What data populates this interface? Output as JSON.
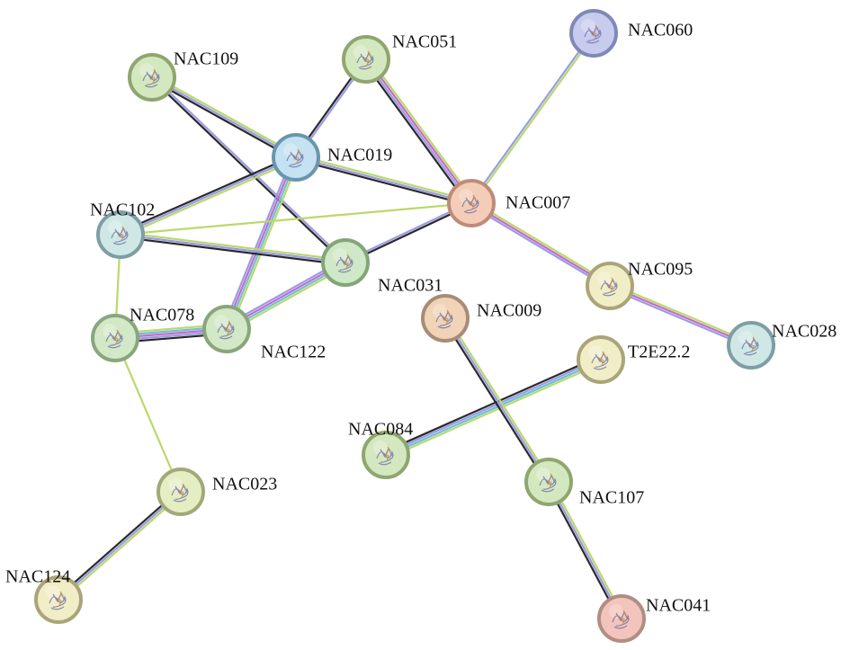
{
  "nodes": [
    {
      "id": "NAC109",
      "label": "NAC109",
      "color": "#d4e8c0",
      "border": "#8fa66f"
    },
    {
      "id": "NAC051",
      "label": "NAC051",
      "color": "#d4e8c0",
      "border": "#8fa66f"
    },
    {
      "id": "NAC060",
      "label": "NAC060",
      "color": "#c7ccef",
      "border": "#8088b8"
    },
    {
      "id": "NAC019",
      "label": "NAC019",
      "color": "#c4e2f2",
      "border": "#6b95ad"
    },
    {
      "id": "NAC007",
      "label": "NAC007",
      "color": "#f4cdb8",
      "border": "#bd8c78"
    },
    {
      "id": "NAC102",
      "label": "NAC102",
      "color": "#cfe8e6",
      "border": "#7e9ea5"
    },
    {
      "id": "NAC031",
      "label": "NAC031",
      "color": "#cfe8c7",
      "border": "#84a578"
    },
    {
      "id": "NAC095",
      "label": "NAC095",
      "color": "#f1eec7",
      "border": "#aaa579"
    },
    {
      "id": "NAC009",
      "label": "NAC009",
      "color": "#f1d3b8",
      "border": "#a88c77"
    },
    {
      "id": "NAC078",
      "label": "NAC078",
      "color": "#d2e8c7",
      "border": "#89a67c"
    },
    {
      "id": "NAC122",
      "label": "NAC122",
      "color": "#d2e8c7",
      "border": "#89a67c"
    },
    {
      "id": "NAC028",
      "label": "NAC028",
      "color": "#cfe8e6",
      "border": "#7e9ea5"
    },
    {
      "id": "T2E22.2",
      "label": "T2E22.2",
      "color": "#f1eec7",
      "border": "#aaa579"
    },
    {
      "id": "NAC084",
      "label": "NAC084",
      "color": "#d4e8c0",
      "border": "#8fa66f"
    },
    {
      "id": "NAC023",
      "label": "NAC023",
      "color": "#e5edc3",
      "border": "#a2a879"
    },
    {
      "id": "NAC107",
      "label": "NAC107",
      "color": "#d4e8c0",
      "border": "#8fa66f"
    },
    {
      "id": "NAC124",
      "label": "NAC124",
      "color": "#f1eec7",
      "border": "#aaa579"
    },
    {
      "id": "NAC041",
      "label": "NAC041",
      "color": "#f2c4bb",
      "border": "#b08e84"
    }
  ],
  "edges": [
    {
      "source": "NAC109",
      "target": "NAC019",
      "colors": [
        "#b9d96b",
        "#9b9be6",
        "#2a2a2a"
      ]
    },
    {
      "source": "NAC109",
      "target": "NAC031",
      "colors": [
        "#9b9be6",
        "#2a2a2a"
      ]
    },
    {
      "source": "NAC051",
      "target": "NAC019",
      "colors": [
        "#9b9be6",
        "#2a2a2a"
      ]
    },
    {
      "source": "NAC051",
      "target": "NAC007",
      "colors": [
        "#b9d96b",
        "#c56bc5",
        "#9b9be6",
        "#2a2a2a"
      ]
    },
    {
      "source": "NAC060",
      "target": "NAC007",
      "colors": [
        "#b9d96b",
        "#9b9be6"
      ]
    },
    {
      "source": "NAC019",
      "target": "NAC007",
      "colors": [
        "#b9d96b",
        "#9b9be6",
        "#2a2a2a"
      ]
    },
    {
      "source": "NAC019",
      "target": "NAC102",
      "colors": [
        "#b9d96b",
        "#9b9be6",
        "#2a2a2a"
      ]
    },
    {
      "source": "NAC019",
      "target": "NAC122",
      "colors": [
        "#b9d96b",
        "#6bc0d9",
        "#c56bc5",
        "#9b9be6"
      ]
    },
    {
      "source": "NAC102",
      "target": "NAC031",
      "colors": [
        "#b9d96b",
        "#9b9be6",
        "#2a2a2a"
      ]
    },
    {
      "source": "NAC102",
      "target": "NAC007",
      "colors": [
        "#b9d96b"
      ]
    },
    {
      "source": "NAC102",
      "target": "NAC078",
      "colors": [
        "#b9d96b"
      ]
    },
    {
      "source": "NAC031",
      "target": "NAC007",
      "colors": [
        "#9b9be6",
        "#2a2a2a"
      ]
    },
    {
      "source": "NAC031",
      "target": "NAC122",
      "colors": [
        "#b9d96b",
        "#6bc0d9",
        "#c56bc5",
        "#9b9be6"
      ]
    },
    {
      "source": "NAC078",
      "target": "NAC122",
      "colors": [
        "#b9d96b",
        "#6bc0d9",
        "#c56bc5",
        "#9b9be6",
        "#2a2a2a"
      ]
    },
    {
      "source": "NAC078",
      "target": "NAC023",
      "colors": [
        "#b9d96b"
      ]
    },
    {
      "source": "NAC007",
      "target": "NAC095",
      "colors": [
        "#b9d96b",
        "#c56bc5",
        "#9b9be6"
      ]
    },
    {
      "source": "NAC095",
      "target": "NAC028",
      "colors": [
        "#b9d96b",
        "#c56bc5",
        "#9b9be6"
      ]
    },
    {
      "source": "T2E22.2",
      "target": "NAC084",
      "colors": [
        "#b9d96b",
        "#6bc0d9",
        "#9b9be6",
        "#2a2a2a"
      ]
    },
    {
      "source": "NAC009",
      "target": "NAC107",
      "colors": [
        "#b9d96b",
        "#9b9be6",
        "#2a2a2a"
      ]
    },
    {
      "source": "NAC107",
      "target": "NAC041",
      "colors": [
        "#b9d96b",
        "#9b9be6",
        "#2a2a2a"
      ]
    },
    {
      "source": "NAC023",
      "target": "NAC124",
      "colors": [
        "#b9d96b",
        "#9b9be6",
        "#2a2a2a"
      ]
    }
  ]
}
